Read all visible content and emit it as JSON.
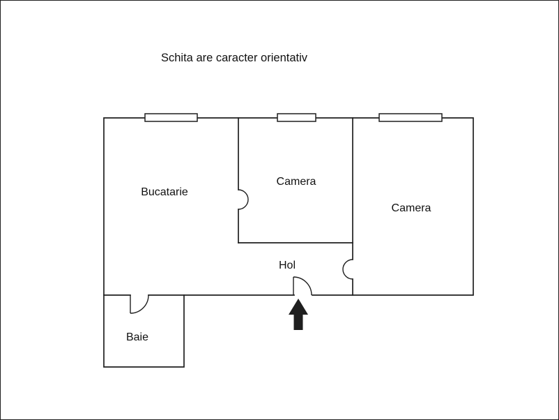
{
  "title": "Schita are caracter orientativ",
  "rooms": {
    "kitchen": {
      "label": "Bucatarie"
    },
    "camera1": {
      "label": "Camera"
    },
    "camera2": {
      "label": "Camera"
    },
    "hall": {
      "label": "Hol"
    },
    "bathroom": {
      "label": "Baie"
    }
  },
  "icons": {
    "entrance_arrow": "up-arrow"
  },
  "colors": {
    "wall": "#1f1f1f",
    "background": "#ffffff",
    "text": "#111111"
  }
}
